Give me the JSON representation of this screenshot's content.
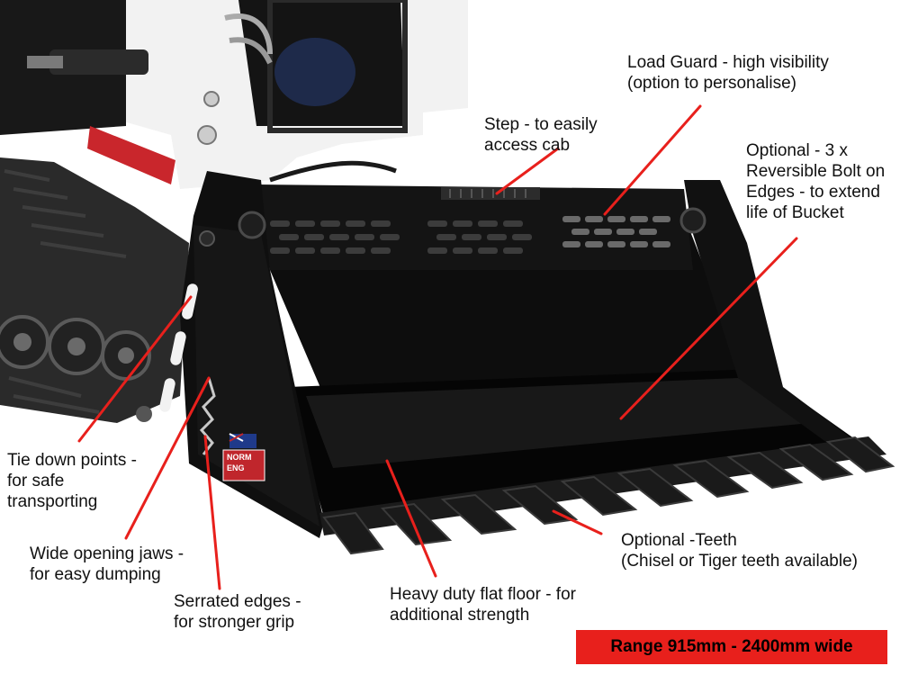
{
  "colors": {
    "callout_line": "#e8201c",
    "badge_background": "#e8201c",
    "bucket": "#0d0d0d",
    "machine_body": "#f2f2f2",
    "cylinder_red": "#c9262c"
  },
  "callouts": {
    "load_guard": "Load Guard - high visibility\n(option to personalise)",
    "step": "Step - to easily\naccess cab",
    "bolt_on_edges": "Optional - 3 x\nReversible Bolt on\nEdges - to extend\nlife of Bucket",
    "tie_down": "Tie down points -\nfor safe\ntransporting",
    "wide_opening": "Wide opening jaws -\nfor easy dumping",
    "serrated": "Serrated edges -\nfor stronger grip",
    "flat_floor": "Heavy duty flat floor - for\nadditional strength",
    "teeth": "Optional -Teeth\n(Chisel or Tiger teeth available)"
  },
  "badge": {
    "range": "Range 915mm - 2400mm wide"
  },
  "decal": {
    "brand": "NORM\nENG"
  }
}
